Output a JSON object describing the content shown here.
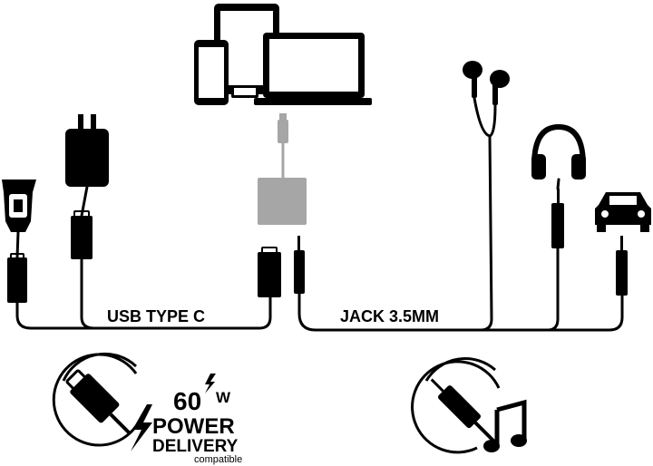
{
  "labels": {
    "usb": "USB TYPE C",
    "jack": "JACK 3.5MM"
  },
  "badge": {
    "power_value": "60",
    "power_unit": "W",
    "power_line1": "POWER",
    "power_line2": "DELIVERY",
    "power_line3": "compatible"
  },
  "icons": {
    "car_charger": "car-charger-icon",
    "wall_charger": "wall-charger-icon",
    "phone": "smartphone-icon",
    "tablet": "tablet-icon",
    "laptop": "laptop-icon",
    "adapter": "usb-c-adapter-icon",
    "earphones": "earphones-icon",
    "headphones": "headphones-icon",
    "car": "car-icon",
    "music": "music-note-icon"
  },
  "colors": {
    "ink": "#000000",
    "adapter_gray": "#a6a6a6",
    "background": "#ffffff"
  }
}
